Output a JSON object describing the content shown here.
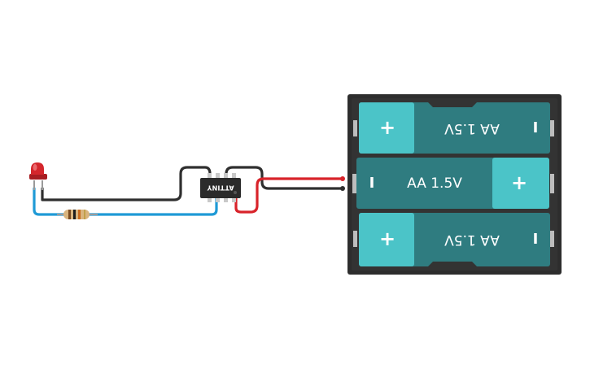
{
  "circuit": {
    "chip": {
      "label": "ATTINY"
    },
    "battery_pack": {
      "cells": [
        {
          "label": "AA 1.5V",
          "plus": "+",
          "minus": "I",
          "orientation": "flipped"
        },
        {
          "label": "AA 1.5V",
          "plus": "+",
          "minus": "I",
          "orientation": "normal"
        },
        {
          "label": "AA 1.5V",
          "plus": "+",
          "minus": "I",
          "orientation": "flipped"
        }
      ]
    },
    "colors": {
      "wire_black": "#2f2f2f",
      "wire_red": "#d8232a",
      "wire_blue": "#1f9ad6",
      "battery_body": "#2f7c80",
      "battery_cap": "#4bc4c8",
      "holder": "#2d2d2d",
      "led": "#c9252b"
    }
  }
}
